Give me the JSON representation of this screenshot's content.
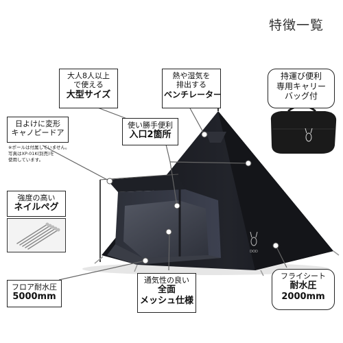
{
  "title": "特徴一覧",
  "features": {
    "large": {
      "line1": "大人8人以上",
      "line2": "で使える",
      "line3": "大型サイズ"
    },
    "vent": {
      "line1": "熱や湿気を",
      "line2": "排出する",
      "line3": "ベンチレーター"
    },
    "bag": {
      "line1": "持運び便利",
      "line2": "専用キャリー",
      "line3": "バッグ付"
    },
    "canopy": {
      "line1": "日よけに変形",
      "line2": "キャノピードア"
    },
    "canopy_note": {
      "line1": "※ポールは付属していません。",
      "line2": "写真はXP-01K(別売)を",
      "line3": "使用しています。"
    },
    "entrance": {
      "line1": "使い勝手便利",
      "line2": "入口2箇所"
    },
    "peg": {
      "line1": "強度の高い",
      "line2": "ネイルペグ"
    },
    "floor": {
      "line1": "フロア耐水圧",
      "line2": "5000mm"
    },
    "mesh": {
      "line1": "通気性の良い",
      "line2": "全面",
      "line3": "メッシュ仕様"
    },
    "fly": {
      "line1": "フライシート",
      "line2": "耐水圧",
      "line3": "2000mm"
    }
  },
  "brand": "DOD",
  "colors": {
    "tent": "#1b1c22",
    "tent_shade": "#2a2c34",
    "mesh": "#4a4e5a",
    "bag": "#1a1a1a",
    "border": "#222222",
    "line": "#555555"
  }
}
